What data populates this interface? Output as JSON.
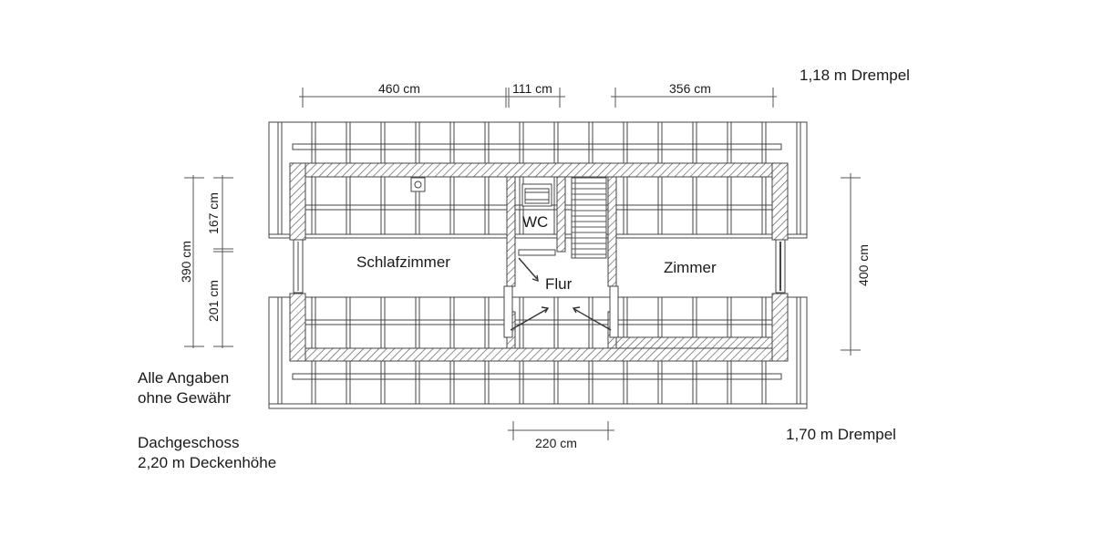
{
  "plan": {
    "title": "Dachgeschoss",
    "ceiling_height": "2,20 m Deckenhöhe",
    "disclaimer_line1": "Alle Angaben",
    "disclaimer_line2": "ohne Gewähr",
    "knee_wall_top": "1,18 m Drempel",
    "knee_wall_bottom": "1,70 m Drempel"
  },
  "rooms": {
    "bedroom": "Schlafzimmer",
    "wc": "WC",
    "hall": "Flur",
    "room": "Zimmer"
  },
  "dimensions": {
    "top_left": "460 cm",
    "top_middle": "111 cm",
    "top_right": "356 cm",
    "bottom_middle": "220 cm",
    "left_total": "390 cm",
    "left_upper": "167 cm",
    "left_lower": "201 cm",
    "right_total": "400 cm"
  },
  "colors": {
    "line": "#3a3a3a",
    "hatch": "#555555",
    "background": "#ffffff"
  }
}
